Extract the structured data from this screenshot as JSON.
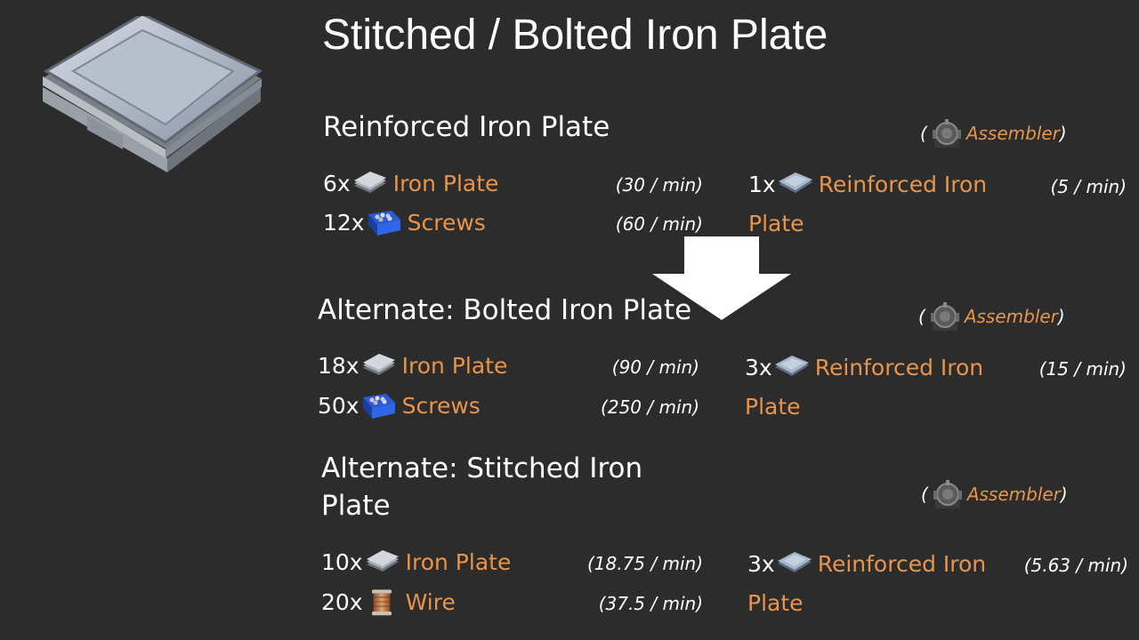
{
  "page": {
    "title": "Stitched / Bolted Iron Plate",
    "colors": {
      "background": "#2c2c2c",
      "accent": "#e8944a",
      "text": "#ffffff"
    }
  },
  "recipes": [
    {
      "title": "Reinforced Iron Plate",
      "machine": {
        "open": "(",
        "name": "Assembler",
        "close": ")",
        "icon": "assembler-icon"
      },
      "inputs": [
        {
          "qty": "6x",
          "icon": "iron-plate-icon",
          "name": "Iron Plate",
          "rate": "(30 / min)"
        },
        {
          "qty": "12x",
          "icon": "screws-icon",
          "name": "Screws",
          "rate": "(60 / min)"
        }
      ],
      "output": {
        "qty": "1x",
        "icon": "reinforced-iron-plate-icon",
        "name_line1": "Reinforced Iron",
        "name_line2": "Plate",
        "rate": "(5 / min)"
      }
    },
    {
      "title": "Alternate: Bolted Iron Plate",
      "machine": {
        "open": "(",
        "name": "Assembler",
        "close": ")",
        "icon": "assembler-icon"
      },
      "inputs": [
        {
          "qty": "18x",
          "icon": "iron-plate-icon",
          "name": "Iron Plate",
          "rate": "(90 / min)"
        },
        {
          "qty": "50x",
          "icon": "screws-icon",
          "name": "Screws",
          "rate": "(250 / min)"
        }
      ],
      "output": {
        "qty": "3x",
        "icon": "reinforced-iron-plate-icon",
        "name_line1": "Reinforced Iron",
        "name_line2": "Plate",
        "rate": "(15 / min)"
      }
    },
    {
      "title_line1": "Alternate: Stitched Iron",
      "title_line2": "Plate",
      "machine": {
        "open": "(",
        "name": "Assembler",
        "close": ")",
        "icon": "assembler-icon"
      },
      "inputs": [
        {
          "qty": "10x",
          "icon": "iron-plate-icon",
          "name": "Iron Plate",
          "rate": "(18.75 / min)"
        },
        {
          "qty": "20x",
          "icon": "wire-icon",
          "name": "Wire",
          "rate": "(37.5 / min)"
        }
      ],
      "output": {
        "qty": "3x",
        "icon": "reinforced-iron-plate-icon",
        "name_line1": "Reinforced Iron",
        "name_line2": "Plate",
        "rate": "(5.63 / min)"
      }
    }
  ],
  "icons": [
    "reinforced-iron-plate-hero-icon",
    "down-arrow-icon"
  ]
}
